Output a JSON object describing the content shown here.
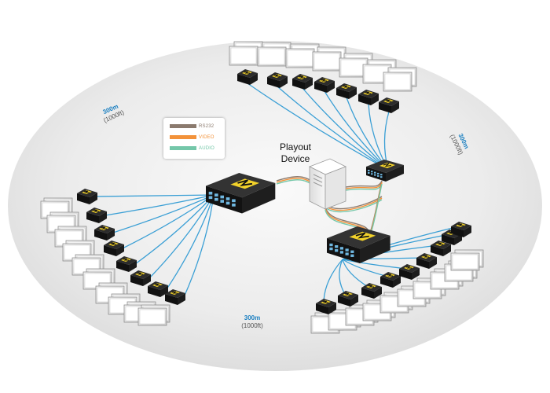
{
  "legend": {
    "items": [
      {
        "label": "RS232",
        "color": "#8b7a6e"
      },
      {
        "label": "VIDEO",
        "color": "#f3923a"
      },
      {
        "label": "AUDIO",
        "color": "#74c7a9"
      }
    ]
  },
  "playout": {
    "line1": "Playout",
    "line2": "Device"
  },
  "distances": [
    {
      "meters": "300m",
      "feet": "(1000ft)"
    },
    {
      "meters": "300m",
      "feet": "(1000ft)"
    },
    {
      "meters": "300m",
      "feet": "(1000ft)"
    }
  ],
  "colors": {
    "cable_blue": "#3a9fd5",
    "device_yellow": "#f2d22b",
    "device_black": "#1e1e1e",
    "ellipse_fill": "#e9e9e9"
  }
}
